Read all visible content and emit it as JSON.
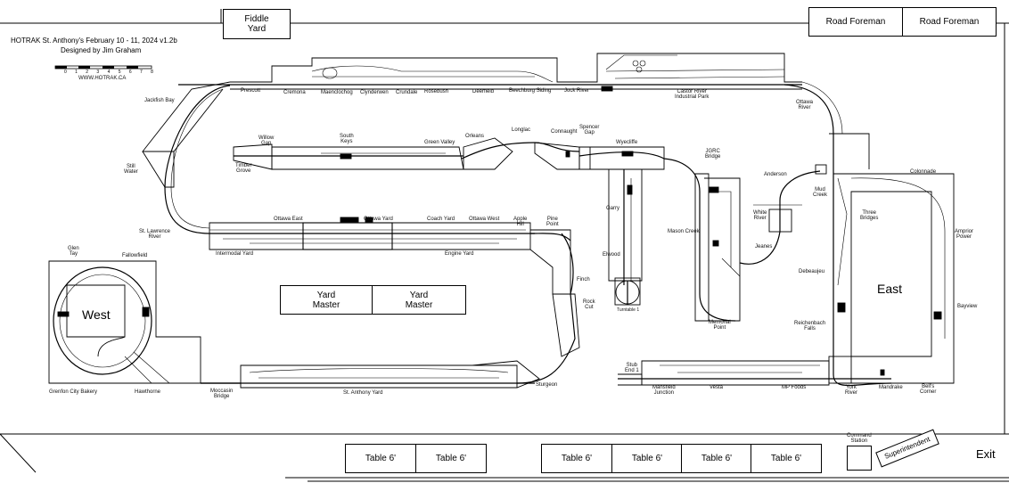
{
  "header": {
    "title": "HOTRAK St. Anthony's February 10 - 11, 2024 v1.2b",
    "designer": "Designed by Jim Graham",
    "scale_ticks": [
      "0",
      "1",
      "2",
      "3",
      "4",
      "5",
      "6",
      "7",
      "8"
    ],
    "website": "WWW.HOTRAK.CA"
  },
  "boxes": {
    "fiddle_yard": "Fiddle\nYard",
    "road_foreman_1": "Road Foreman",
    "road_foreman_2": "Road Foreman",
    "yard_master_1": "Yard\nMaster",
    "yard_master_2": "Yard\nMaster",
    "tables": [
      "Table 6'",
      "Table 6'",
      "Table 6'",
      "Table 6'",
      "Table 6'",
      "Table 6'"
    ],
    "command_station": "Command\nStation",
    "superintendent": "Superintendent",
    "exit": "Exit"
  },
  "regions": {
    "west": "West",
    "east": "East"
  },
  "stations": {
    "prescott": "Prescott",
    "cremona": "Cremona",
    "maenclochog": "Maenclochog",
    "clynderwen": "Clynderwen",
    "crundale": "Crundale",
    "rosebush": "Rosebush",
    "deerfield": "Deerfield",
    "beechburg": "Beechburg Siding",
    "jock_river": "Jock River",
    "castor_river": "Castor River\nIndustrial Park",
    "jackfish_bay": "Jackfish Bay",
    "ottawa_river": "Ottawa\nRiver",
    "still_water": "Still\nWater",
    "willow_gap": "Willow\nGap",
    "timber_grove": "Timber\nGrove",
    "south_keys": "South\nKeys",
    "green_valley": "Green Valley",
    "orleans": "Orleans",
    "longlac": "Longlac",
    "connaught": "Connaught",
    "spencer_gap": "Spencer\nGap",
    "wyecliffe": "Wyecliffe",
    "jgrc_bridge": "JGRC\nBridge",
    "anderson": "Anderson",
    "mud_creek": "Mud\nCreek",
    "colonnade": "Colonnade",
    "three_bridges": "Three\nBridges",
    "amprior_power": "Amprior\nPower",
    "st_lawrence_river": "St. Lawrence\nRiver",
    "ottawa_east": "Ottawa East",
    "ottawa_yard": "Ottawa Yard",
    "coach_yard": "Coach Yard",
    "ottawa_west": "Ottawa West",
    "apple_hill": "Apple\nHill",
    "pine_point": "Pine\nPoint",
    "garry": "Garry",
    "white_river": "White\nRiver",
    "jeanes": "Jeanes",
    "mason_creek": "Mason Creek",
    "glen_tay": "Glen\nTay",
    "fallowfield": "Fallowfield",
    "intermodal_yard": "Intermodal Yard",
    "engine_yard": "Engine Yard",
    "elwood": "Elwood",
    "finch": "Finch",
    "rock_cut": "Rock\nCut",
    "turntable": "Turntable 1",
    "debeaujeu": "Debeaujeu",
    "memorial_point": "Memorial\nPoint",
    "reichenbach_falls": "Reichenbach\nFalls",
    "bayview": "Bayview",
    "stub_end": "Stub\nEnd 1",
    "grenfon_city_bakery": "Grenfon City Bakery",
    "hawthorne": "Hawthorne",
    "moccasin_bridge": "Moccasin\nBridge",
    "st_anthony_yard": "St. Anthony Yard",
    "sturgeon": "Sturgeon",
    "mansfield_junction": "Mansfield\nJunction",
    "vesta": "Vesta",
    "mp_foods": "MP Foods",
    "york_river": "York\nRiver",
    "mandrake": "Mandrake",
    "bells_corner": "Bell's\nCorner"
  }
}
